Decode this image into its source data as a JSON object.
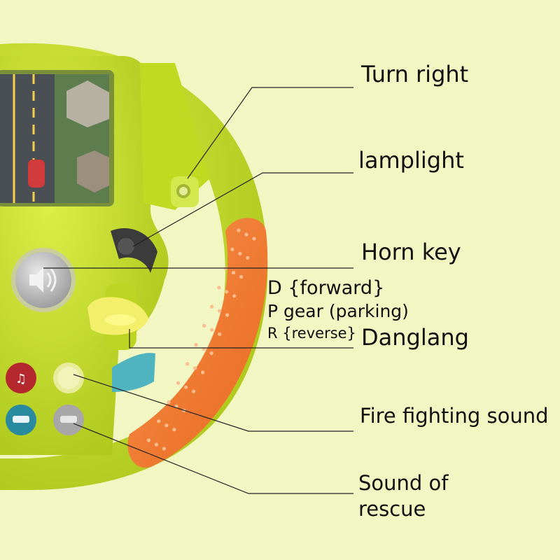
{
  "labels": {
    "turn_right": "Turn right",
    "lamplight": "lamplight",
    "horn_key": "Horn key",
    "gear_d": "D {forward}",
    "gear_p": "P gear (parking)",
    "gear_r": "R {reverse}",
    "danglang": "Danglang",
    "fire_sound": "Fire fighting sound",
    "rescue_line1": "Sound of",
    "rescue_line2": "rescue"
  },
  "colors": {
    "background": "#f2f6c2",
    "wheel": "#c8e12a",
    "grip": "#f27a2e",
    "lever": "#f3ef6a"
  }
}
